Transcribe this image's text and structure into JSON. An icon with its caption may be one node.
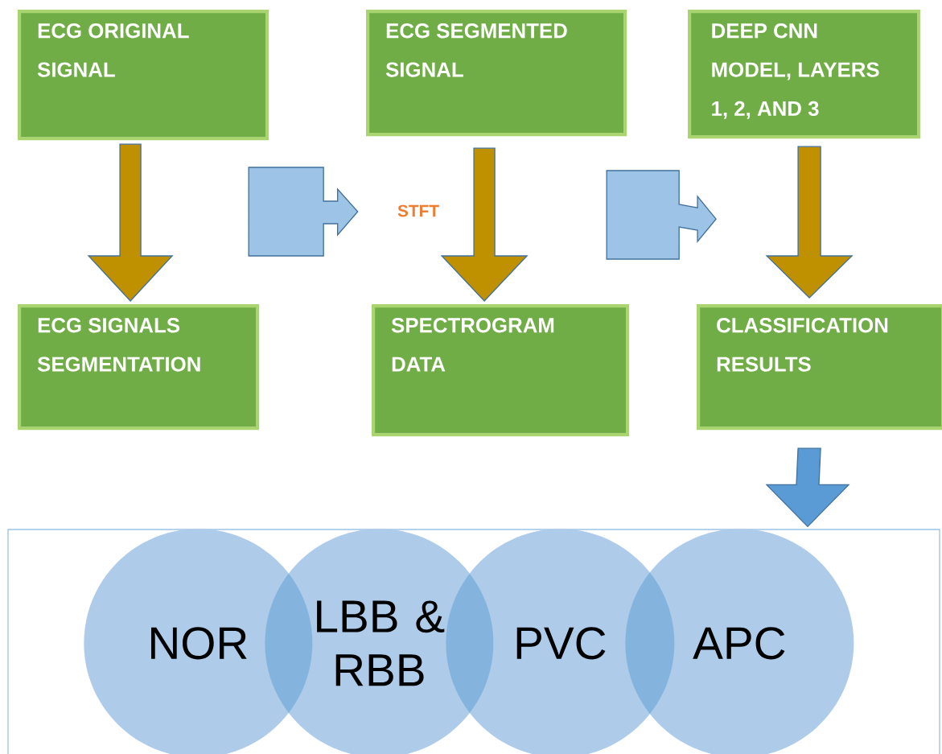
{
  "diagram": {
    "nodes": [
      {
        "text": [
          "ECG ORIGINAL SIGNAL"
        ]
      },
      {
        "text": [
          "ECG SIGNALS SEGMENTATION"
        ]
      },
      {
        "text": [
          "STFT"
        ]
      },
      {
        "text": [
          "ECG SEGMENTED SIGNAL"
        ]
      },
      {
        "text": [
          "SPECTROGRAM DATA"
        ]
      },
      {
        "text": [
          "DEEP CNN MODEL, LAYERS 1, 2, AND 3"
        ]
      },
      {
        "text": [
          "CLASSIFICATION RESULTS"
        ]
      },
      {
        "text": [],
        "shape": "box"
      },
      {
        "text": [
          "NOR"
        ],
        "in": 7
      },
      {
        "text": [
          "LBB & RBB"
        ],
        "in": 7
      },
      {
        "text": [
          "PVC"
        ],
        "in": 7
      },
      {
        "text": [
          "APC"
        ],
        "in": 7
      }
    ],
    "edges": [
      {
        "from": 0,
        "to": 1,
        "arrow": "to",
        "color": "#bf9000"
      },
      {
        "from": 1,
        "to": 2,
        "arrow": "to",
        "color": "#9dc3e6"
      },
      {
        "from": 3,
        "to": 4,
        "arrow": "to",
        "color": "#bf9000"
      },
      {
        "from": 4,
        "to": 5,
        "arrow": "to",
        "color": "#9dc3e6"
      },
      {
        "from": 5,
        "to": 6,
        "arrow": "to",
        "color": "#bf9000"
      },
      {
        "from": 6,
        "to": 7,
        "arrow": "to",
        "color": "#5b9bd5"
      }
    ]
  }
}
